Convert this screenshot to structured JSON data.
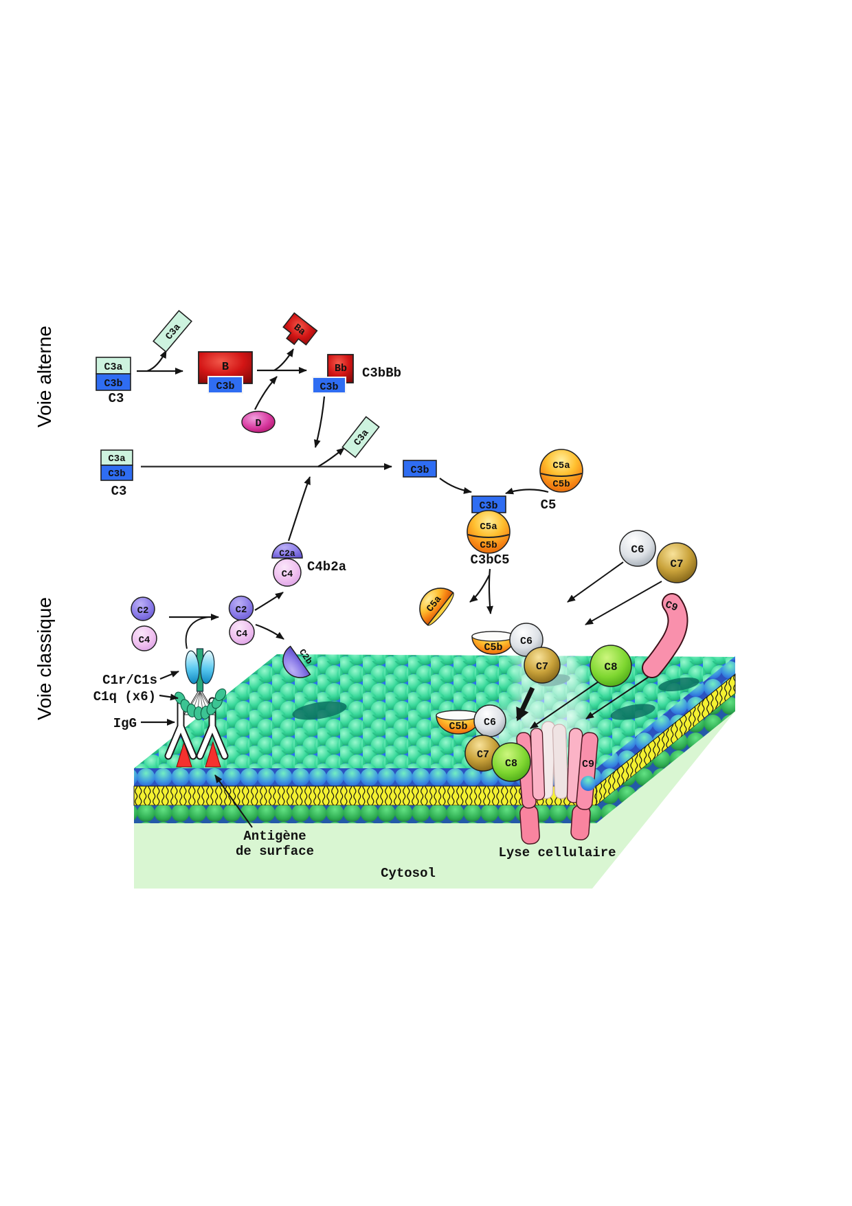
{
  "figure": {
    "pathway_alternative": "Voie alterne",
    "pathway_classical": "Voie classique"
  },
  "labels": {
    "c3": "C3",
    "c3a": "C3a",
    "c3b": "C3b",
    "b": "B",
    "ba": "Ba",
    "bb": "Bb",
    "c3bbb": "C3bBb",
    "d": "D",
    "c2": "C2",
    "c4": "C4",
    "c2a": "C2a",
    "c2b": "C2b",
    "c4b2a": "C4b2a",
    "c5": "C5",
    "c5a": "C5a",
    "c5b": "C5b",
    "c3bc5": "C3bC5",
    "c6": "C6",
    "c7": "C7",
    "c8": "C8",
    "c9": "C9",
    "c1r_c1s": "C1r/C1s",
    "c1q": "C1q (x6)",
    "igg": "IgG",
    "antigen_line1": "Antigène",
    "antigen_line2": "de surface",
    "cytosol": "Cytosol",
    "lysis": "Lyse cellulaire"
  },
  "colors": {
    "box_mint": "#cdf3df",
    "box_blue": "#2f6df2",
    "protein_red": "#d31515",
    "factor_d_magenta": "#d83aa0",
    "c2_purple": "#8b7ce8",
    "c4_pink": "#efc0ef",
    "c5_orange": "#ff9b1f",
    "c6_gray": "#c7ccd1",
    "c7_gold": "#a5801f",
    "c8_green": "#5cc71e",
    "c9_pink": "#f990ac",
    "membrane_teal": "#2fcf95",
    "membrane_blue": "#2d6ef0",
    "lipid_yellow": "#f4f131",
    "cytosol_green": "#d9f6d2"
  }
}
